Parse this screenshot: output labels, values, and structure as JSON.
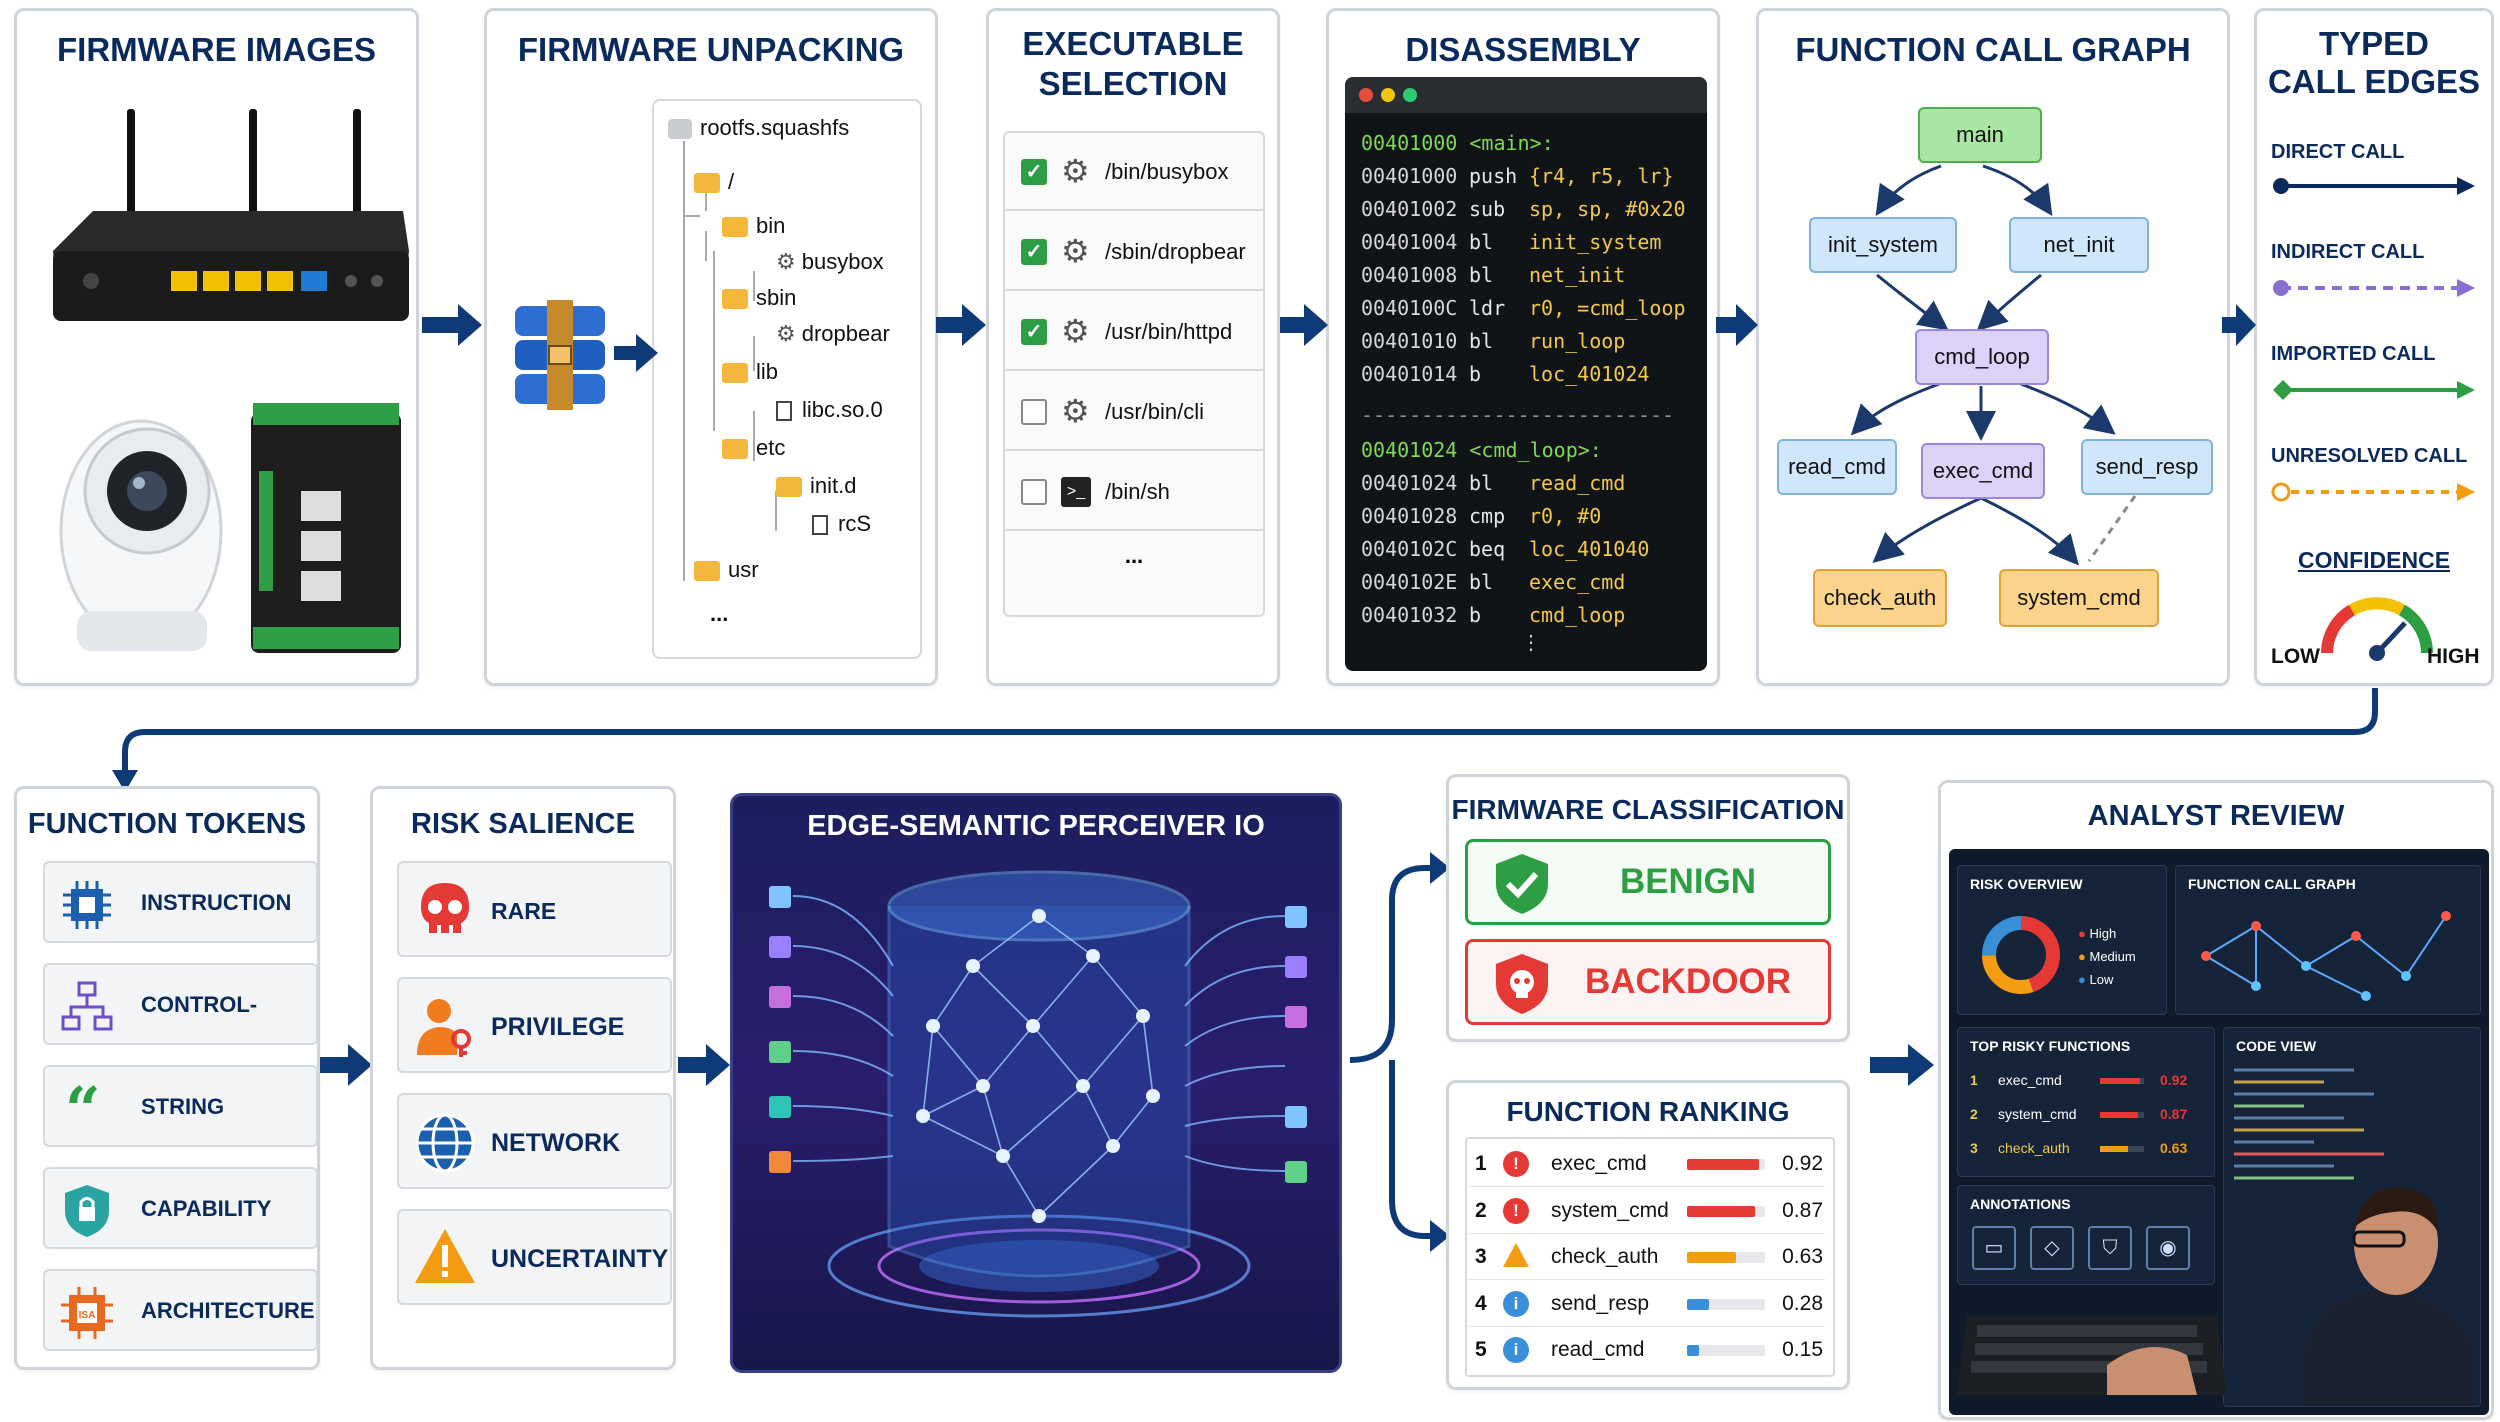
{
  "panels": {
    "firmware_images": "FIRMWARE IMAGES",
    "unpacking": "FIRMWARE UNPACKING",
    "exec_sel_1": "EXECUTABLE",
    "exec_sel_2": "SELECTION",
    "disassembly": "DISASSEMBLY",
    "call_graph": "FUNCTION CALL GRAPH",
    "typed_1": "TYPED",
    "typed_2": "CALL EDGES",
    "tokens": "FUNCTION TOKENS",
    "risk": "RISK SALIENCE",
    "perceiver": "EDGE-SEMANTIC PERCEIVER IO",
    "classification": "FIRMWARE CLASSIFICATION",
    "ranking": "FUNCTION RANKING",
    "review": "ANALYST REVIEW"
  },
  "tree": {
    "root": "rootfs.squashfs",
    "slash": "/",
    "bin": "bin",
    "busybox": "busybox",
    "sbin": "sbin",
    "dropbear": "dropbear",
    "lib": "lib",
    "libc": "libc.so.0",
    "etc": "etc",
    "initd": "init.d",
    "rcs": "rcS",
    "usr": "usr",
    "more": "..."
  },
  "executables": [
    {
      "label": "/bin/busybox",
      "checked": true
    },
    {
      "label": "/sbin/dropbear",
      "checked": true
    },
    {
      "label": "/usr/bin/httpd",
      "checked": true
    },
    {
      "label": "/usr/bin/cli",
      "checked": false
    },
    {
      "label": "/bin/sh",
      "checked": false
    }
  ],
  "exec_more": "...",
  "asm": {
    "main_hdr": "00401000 <main>:",
    "main": [
      [
        "00401000",
        "push",
        "{r4, r5, lr}"
      ],
      [
        "00401002",
        "sub",
        "sp, sp, #0x20"
      ],
      [
        "00401004",
        "bl",
        "init_system"
      ],
      [
        "00401008",
        "bl",
        "net_init"
      ],
      [
        "0040100C",
        "ldr",
        "r0, =cmd_loop"
      ],
      [
        "00401010",
        "bl",
        "run_loop"
      ],
      [
        "00401014",
        "b",
        "loc_401024"
      ]
    ],
    "sep": "--------------------------",
    "loop_hdr": "00401024 <cmd_loop>:",
    "loop": [
      [
        "00401024",
        "bl",
        "read_cmd"
      ],
      [
        "00401028",
        "cmp",
        "r0, #0"
      ],
      [
        "0040102C",
        "beq",
        "loc_401040"
      ],
      [
        "0040102E",
        "bl",
        "exec_cmd"
      ],
      [
        "00401032",
        "b",
        "cmd_loop"
      ]
    ],
    "more": "⋮"
  },
  "graph": {
    "main": "main",
    "init_system": "init_system",
    "net_init": "net_init",
    "cmd_loop": "cmd_loop",
    "read_cmd": "read_cmd",
    "exec_cmd": "exec_cmd",
    "send_resp": "send_resp",
    "check_auth": "check_auth",
    "system_cmd": "system_cmd"
  },
  "edges": {
    "direct": "DIRECT CALL",
    "indirect": "INDIRECT CALL",
    "imported": "IMPORTED CALL",
    "unresolved": "UNRESOLVED CALL",
    "confidence": "CONFIDENCE",
    "low": "LOW",
    "high": "HIGH"
  },
  "tokens": [
    "INSTRUCTION",
    "CONTROL-FLOW",
    "STRING",
    "CAPABILITY",
    "ARCHITECTURE"
  ],
  "risks": [
    "RARE CAPABILITY",
    "PRIVILEGE",
    "NETWORK",
    "UNCERTAINTY"
  ],
  "classes": {
    "benign": "BENIGN",
    "backdoor": "BACKDOOR"
  },
  "ranking": [
    {
      "rank": "1",
      "name": "exec_cmd",
      "score": "0.92",
      "value": 0.92,
      "level": "high"
    },
    {
      "rank": "2",
      "name": "system_cmd",
      "score": "0.87",
      "value": 0.87,
      "level": "high"
    },
    {
      "rank": "3",
      "name": "check_auth",
      "score": "0.63",
      "value": 0.63,
      "level": "medium"
    },
    {
      "rank": "4",
      "name": "send_resp",
      "score": "0.28",
      "value": 0.28,
      "level": "low"
    },
    {
      "rank": "5",
      "name": "read_cmd",
      "score": "0.15",
      "value": 0.15,
      "level": "low"
    }
  ],
  "dash": {
    "risk_overview": "RISK OVERVIEW",
    "legend": [
      "High",
      "Medium",
      "Low"
    ],
    "fcg": "FUNCTION CALL GRAPH",
    "top": "TOP RISKY FUNCTIONS",
    "top_rows": [
      [
        "1",
        "exec_cmd",
        "0.92"
      ],
      [
        "2",
        "system_cmd",
        "0.87"
      ],
      [
        "3",
        "check_auth",
        "0.63"
      ]
    ],
    "code": "CODE VIEW",
    "annotations": "ANNOTATIONS"
  },
  "colors": {
    "navy": "#0b2a5c",
    "arrow": "#0e3a78",
    "high": "#e53935",
    "medium": "#f39c12",
    "low": "#3b8fd9",
    "green": "#2e9e44"
  }
}
